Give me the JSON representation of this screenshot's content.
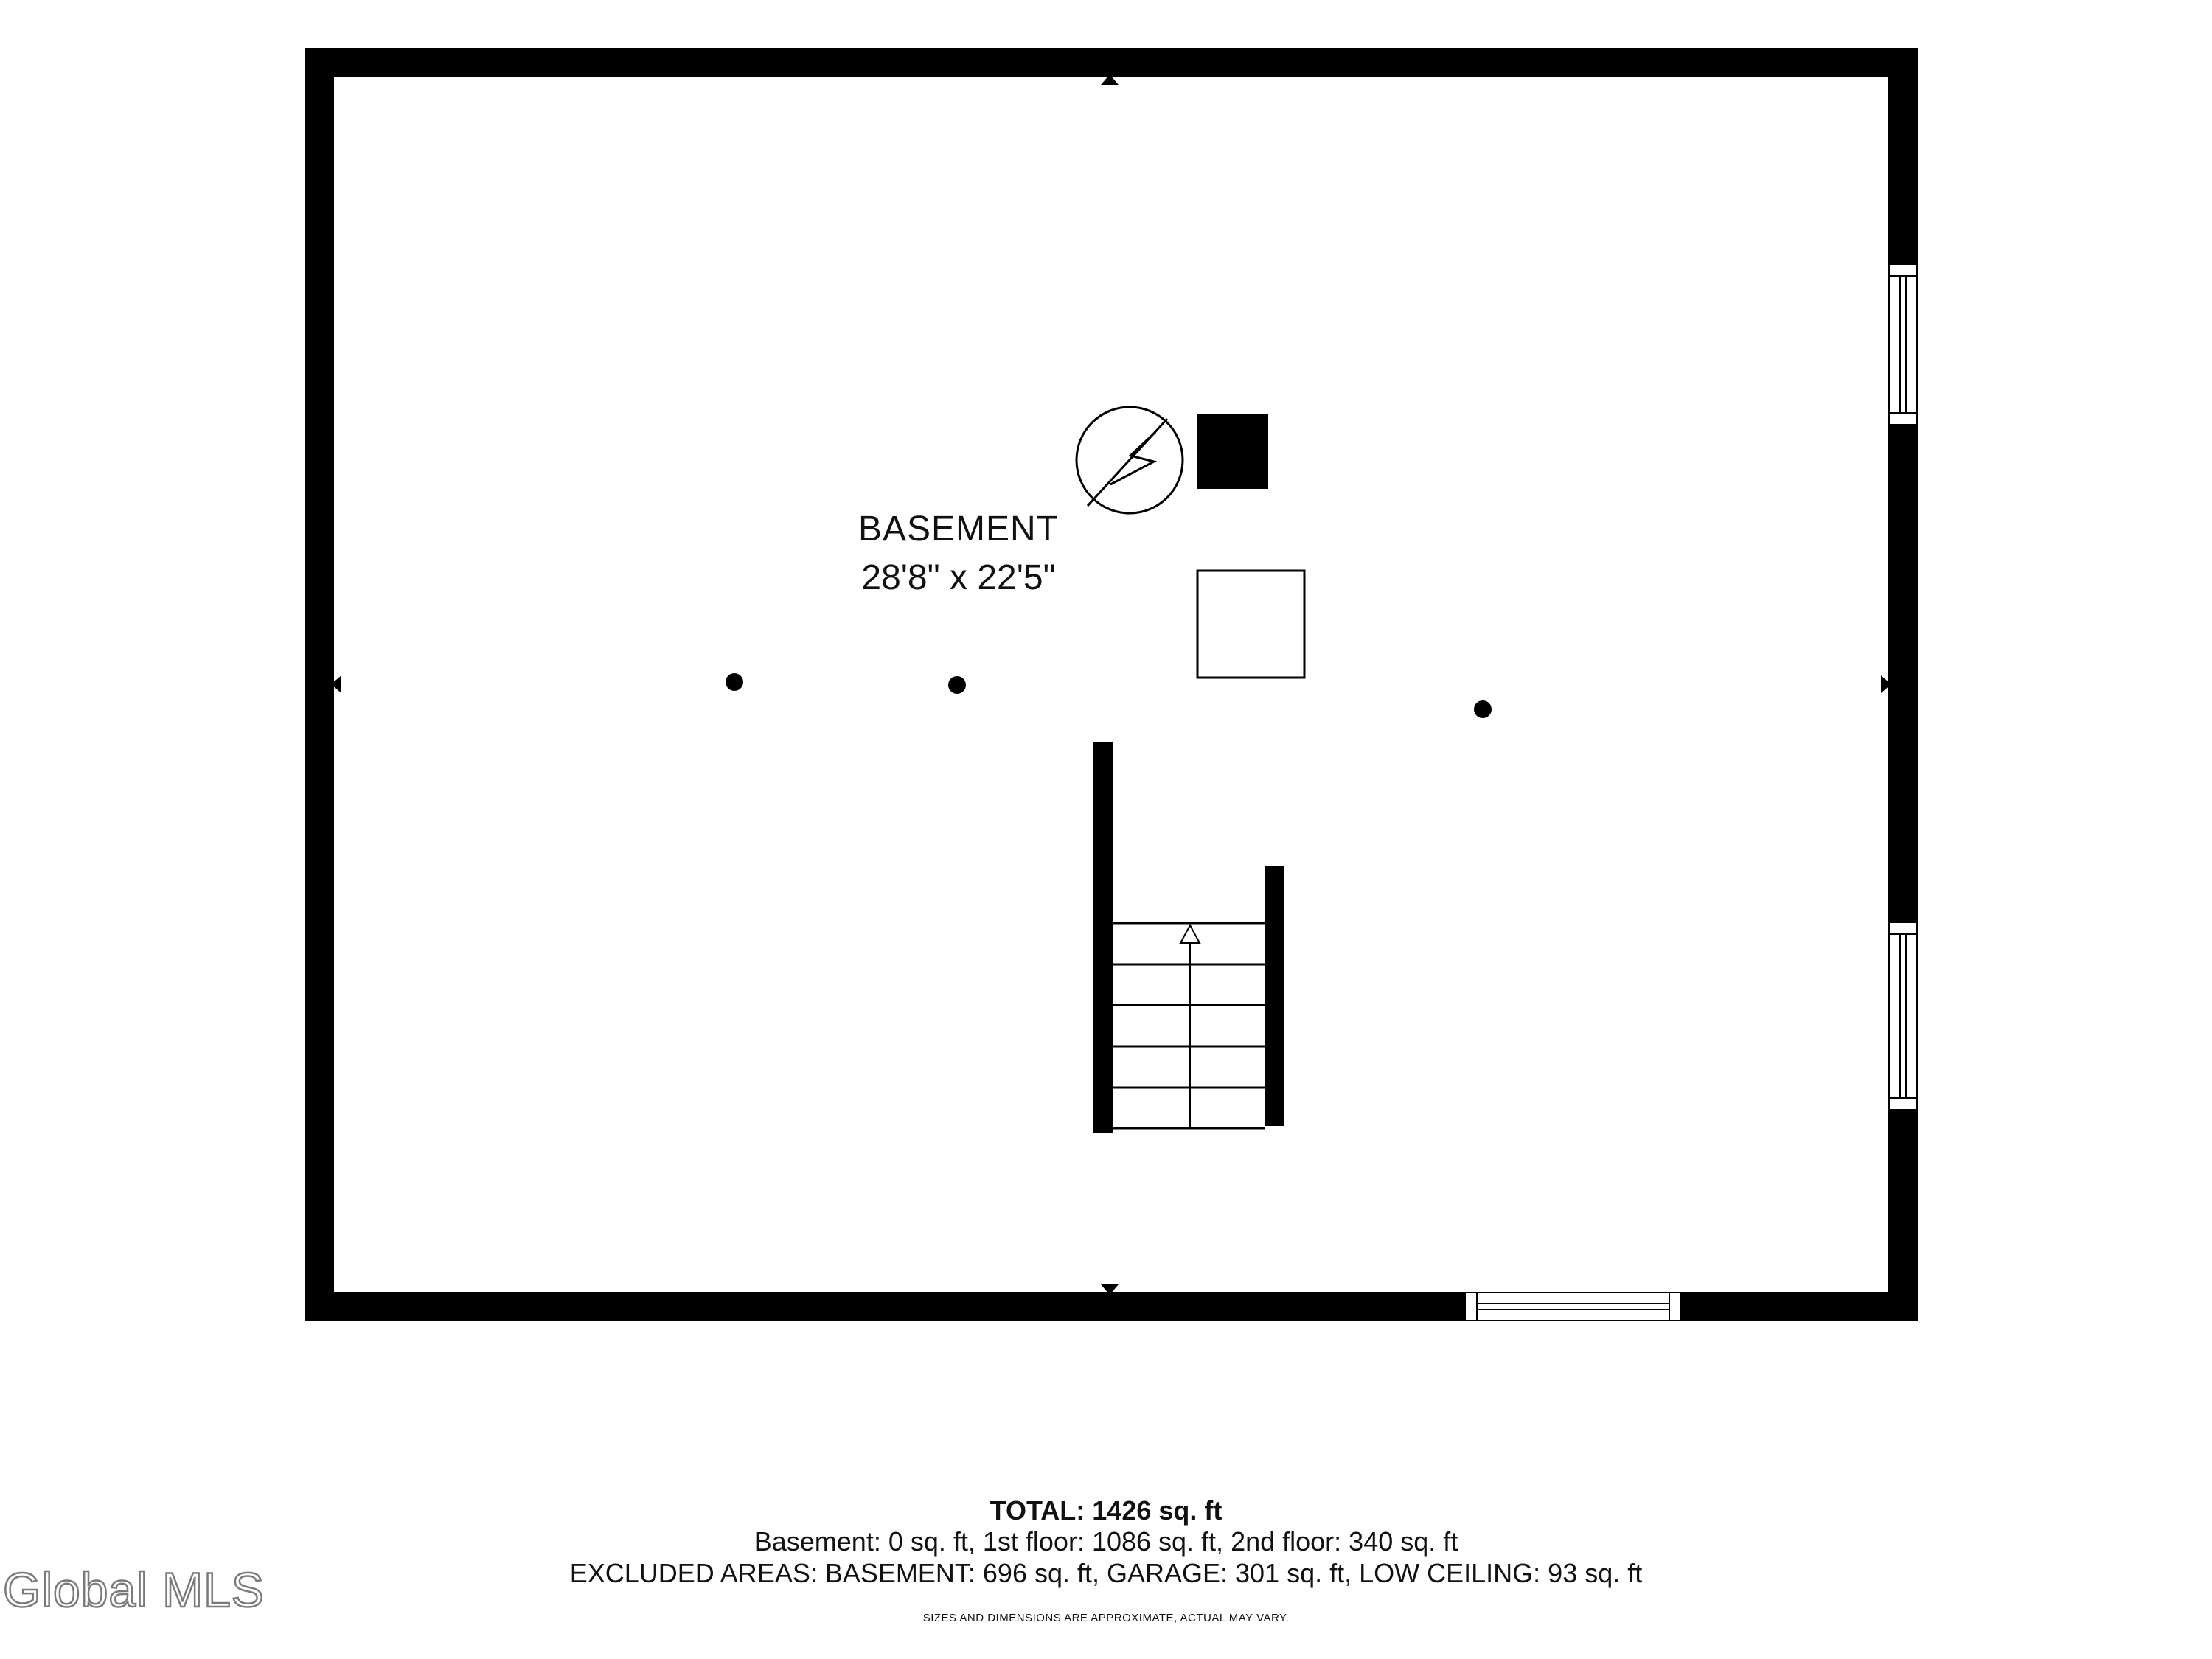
{
  "plan": {
    "room": {
      "name": "BASEMENT",
      "dimensions": "28'8\" x 22'5\""
    },
    "fixtures": [
      "water-heater-icon",
      "furnace",
      "utility-square",
      "support-column",
      "staircase",
      "window"
    ]
  },
  "summary": {
    "total": "TOTAL: 1426 sq. ft",
    "floors": "Basement: 0 sq. ft, 1st floor: 1086 sq. ft, 2nd floor: 340 sq. ft",
    "excluded": "EXCLUDED AREAS: BASEMENT: 696 sq. ft, GARAGE: 301 sq. ft, LOW CEILING: 93 sq. ft",
    "disclaimer": "SIZES AND DIMENSIONS ARE APPROXIMATE, ACTUAL MAY VARY."
  },
  "watermark": "Global MLS",
  "colors": {
    "wall": "#000000",
    "background": "#ffffff",
    "watermark_outline": "#7a7a7a"
  }
}
